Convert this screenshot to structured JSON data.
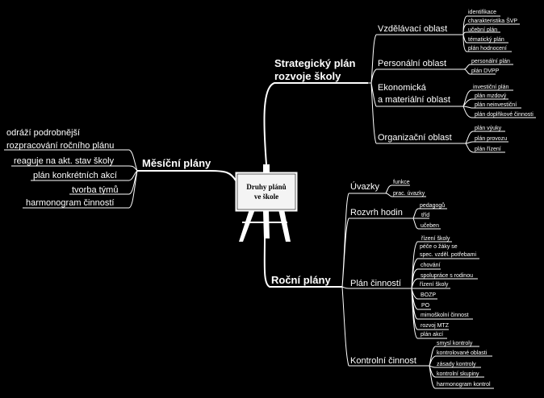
{
  "center": {
    "line1": "Druhy plánů",
    "line2": "ve škole"
  },
  "strategic": {
    "title_line1": "Strategický plán",
    "title_line2": "rozvoje školy",
    "branches": [
      {
        "label": "Vzdělávací oblast",
        "leaves": [
          "identifikace",
          "charakteristika ŠVP",
          "učební plán",
          "tématický plán",
          "plán hodnocení"
        ]
      },
      {
        "label": "Personální oblast",
        "leaves": [
          "personální plán",
          "plán DVPP"
        ]
      },
      {
        "label_line1": "Ekonomická",
        "label_line2": "a materiální oblast",
        "leaves": [
          "investiční plán",
          "plán mzdový",
          "plán neinvestiční",
          "plán doplňkové činnosti"
        ]
      },
      {
        "label": "Organizační oblast",
        "leaves": [
          "plán výuky",
          "plán provozu",
          "plán řízení"
        ]
      }
    ]
  },
  "monthly": {
    "title": "Měsíční plány",
    "leaves": [
      "odráží podrobnější",
      "rozpracování ročního plánu",
      "reaguje na akt. stav školy",
      "plán konkrétních akcí",
      "tvorba týmů",
      "harmonogram činností"
    ]
  },
  "annual": {
    "title": "Roční plány",
    "branches": [
      {
        "label": "Úvazky",
        "leaves": [
          "funkce",
          "prac. úvazky"
        ]
      },
      {
        "label": "Rozvrh hodin",
        "leaves": [
          "pedagogů",
          "tříd",
          "učeben"
        ]
      },
      {
        "label": "Plán činností",
        "leaves": [
          "řízení školy",
          "péče o žáky se",
          "spec. vzděl. potřebami",
          "chování",
          "spolupráce s rodinou",
          "řízení školy",
          "BOZP",
          "PO",
          "mimoškolní činnost",
          "rozvoj MTZ",
          "plán akcí"
        ]
      },
      {
        "label": "Kontrolní činnost",
        "leaves": [
          "smysl kontroly",
          "kontrolované oblasti",
          "zásady kontroly",
          "kontrolní skupiny",
          "harmonogram kontrol"
        ]
      }
    ]
  }
}
